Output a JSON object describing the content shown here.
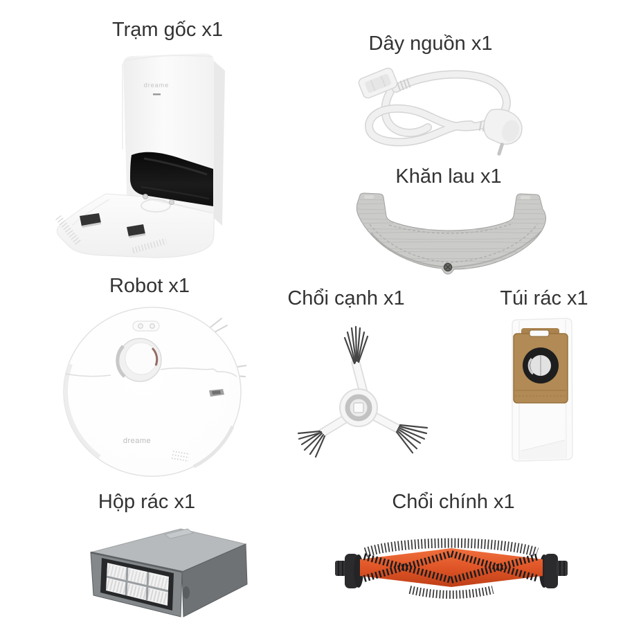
{
  "page": {
    "background": "#ffffff"
  },
  "brand": {
    "logo": "dreame"
  },
  "products": {
    "base_station": {
      "label": "Trạm gốc x1",
      "quantity": "x1"
    },
    "power_cord": {
      "label": "Dây nguồn x1",
      "quantity": "x1"
    },
    "mop_cloth": {
      "label": "Khăn lau x1",
      "quantity": "x1"
    },
    "robot": {
      "label": "Robot x1",
      "quantity": "x1"
    },
    "side_brush": {
      "label": "Chổi cạnh x1",
      "quantity": "x1"
    },
    "dust_bag": {
      "label": "Túi rác x1",
      "quantity": "x1"
    },
    "dust_box": {
      "label": "Hộp rác x1",
      "quantity": "x1"
    },
    "main_brush": {
      "label": "Chổi chính x1",
      "quantity": "x1"
    }
  },
  "colors": {
    "label_text": "#333333",
    "background": "#ffffff",
    "glossy_panel_black": "#161616",
    "mop_pad_gray": "#cbcbc9",
    "dust_bag_cardboard": "#b18a55",
    "dust_box_smoke": "#85898c",
    "main_brush_orange": "#e0542a",
    "bristle_dark": "#3d3d3d"
  }
}
